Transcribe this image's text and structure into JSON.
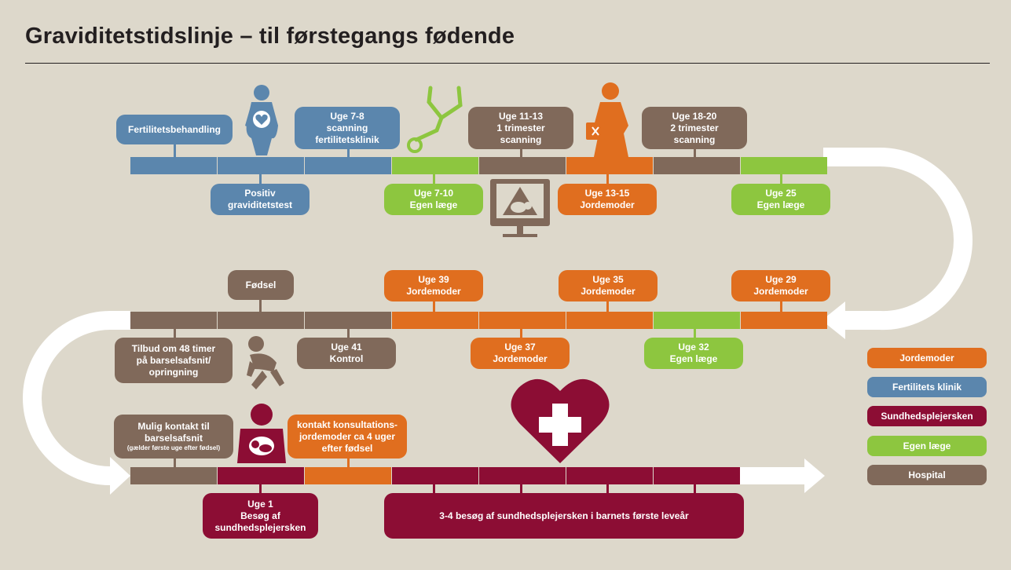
{
  "title": "Graviditetstidslinje – til førstegangs fødende",
  "colors": {
    "jordemoder": "#e06e1f",
    "fertilitet": "#5b86ad",
    "sundhedsplejersken": "#8c0d34",
    "egen_laege": "#8dc63f",
    "hospital": "#80695a"
  },
  "rows": [
    {
      "segments": [
        "fertilitet",
        "fertilitet",
        "fertilitet",
        "egen_laege",
        "hospital",
        "jordemoder",
        "hospital",
        "egen_laege"
      ],
      "above": [
        {
          "cat": "fertilitet",
          "text": "Fertilitetsbehandling"
        },
        {
          "cat": "fertilitet",
          "text": "Uge 7-8\nscanning\nfertilitetsklinik"
        },
        {
          "cat": "hospital",
          "text": "Uge 11-13\n1 trimester\nscanning"
        },
        {
          "cat": "hospital",
          "text": "Uge 18-20\n2 trimester\nscanning"
        }
      ],
      "below": [
        {
          "cat": "fertilitet",
          "text": "Positiv\ngraviditetstest"
        },
        {
          "cat": "egen_laege",
          "text": "Uge 7-10\nEgen læge"
        },
        {
          "cat": "jordemoder",
          "text": "Uge 13-15\nJordemoder"
        },
        {
          "cat": "egen_laege",
          "text": "Uge 25\nEgen læge"
        }
      ]
    },
    {
      "segments": [
        "hospital",
        "hospital",
        "hospital",
        "jordemoder",
        "jordemoder",
        "jordemoder",
        "egen_laege",
        "jordemoder"
      ],
      "above": [
        {
          "cat": "hospital",
          "text": "Fødsel"
        },
        {
          "cat": "jordemoder",
          "text": "Uge 39\nJordemoder"
        },
        {
          "cat": "jordemoder",
          "text": "Uge 35\nJordemoder"
        },
        {
          "cat": "jordemoder",
          "text": "Uge 29\nJordemoder"
        }
      ],
      "below": [
        {
          "cat": "hospital",
          "text": "Tilbud om 48 timer\npå barselsafsnit/\nopringning"
        },
        {
          "cat": "hospital",
          "text": "Uge 41\nKontrol"
        },
        {
          "cat": "jordemoder",
          "text": "Uge 37\nJordemoder"
        },
        {
          "cat": "egen_laege",
          "text": "Uge 32\nEgen læge"
        }
      ]
    },
    {
      "segments": [
        "hospital",
        "sundhedsplejersken",
        "jordemoder",
        "sundhedsplejersken",
        "sundhedsplejersken",
        "sundhedsplejersken",
        "sundhedsplejersken"
      ],
      "above": [
        {
          "cat": "hospital",
          "text": "Mulig kontakt til\nbarselsafsnit",
          "note": "(gælder første uge efter fødsel)"
        },
        {
          "cat": "jordemoder",
          "text": "kontakt konsultations-\njordemoder ca 4 uger\nefter fødsel"
        }
      ],
      "below": [
        {
          "cat": "sundhedsplejersken",
          "text": "Uge 1\nBesøg af\nsundhedsplejersken"
        },
        {
          "cat": "sundhedsplejersken",
          "text": "3-4 besøg af sundhedsplejersken i barnets første leveår"
        }
      ]
    }
  ],
  "legend": [
    {
      "cat": "jordemoder",
      "label": "Jordemoder"
    },
    {
      "cat": "fertilitet",
      "label": "Fertilitets klinik"
    },
    {
      "cat": "sundhedsplejersken",
      "label": "Sundhedsplejersken"
    },
    {
      "cat": "egen_laege",
      "label": "Egen læge"
    },
    {
      "cat": "hospital",
      "label": "Hospital"
    }
  ]
}
